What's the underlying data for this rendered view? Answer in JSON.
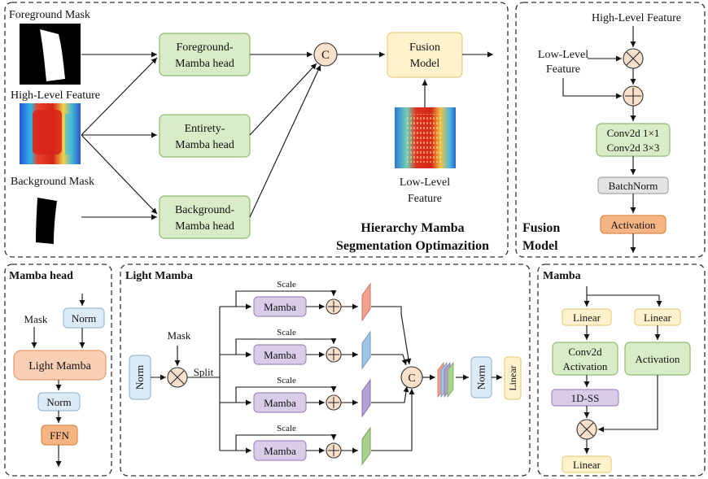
{
  "top": {
    "foreground_mask": "Foreground Mask",
    "high_level_feature": "High-Level Feature",
    "background_mask": "Background Mask",
    "heads": [
      {
        "line1": "Foreground-",
        "line2": "Mamba head"
      },
      {
        "line1": "Entirety-",
        "line2": "Mamba head"
      },
      {
        "line1": "Background-",
        "line2": "Mamba head"
      }
    ],
    "concat": "C",
    "fusion_model_line1": "Fusion",
    "fusion_model_line2": "Model",
    "low_level_line1": "Low-Level",
    "low_level_line2": "Feature",
    "title_line1": "Hierarchy Mamba",
    "title_line2": "Segmentation Optimazition"
  },
  "fusion": {
    "high_level_feature": "High-Level Feature",
    "low_level_line1": "Low-Level",
    "low_level_line2": "Feature",
    "conv_line1": "Conv2d 1×1",
    "conv_line2": "Conv2d 3×3",
    "batchnorm": "BatchNorm",
    "activation": "Activation",
    "title_line1": "Fusion",
    "title_line2": "Model"
  },
  "mamba_head": {
    "title": "Mamba head",
    "mask": "Mask",
    "norm": "Norm",
    "light_mamba": "Light Mamba",
    "norm2": "Norm",
    "ffn": "FFN"
  },
  "light_mamba": {
    "title": "Light Mamba",
    "mask": "Mask",
    "norm": "Norm",
    "split": "Split",
    "branches": [
      {
        "scale": "Scale",
        "label": "Mamba",
        "color": "#f4a08f"
      },
      {
        "scale": "Scale",
        "label": "Mamba",
        "color": "#9fc5e8"
      },
      {
        "scale": "Scale",
        "label": "Mamba",
        "color": "#b4a0d4"
      },
      {
        "scale": "Scale",
        "label": "Mamba",
        "color": "#a9d18e"
      }
    ],
    "concat": "C",
    "norm_out": "Norm",
    "linear_out": "Linear"
  },
  "mamba": {
    "title": "Mamba",
    "linear_left": "Linear",
    "linear_right": "Linear",
    "conv_line1": "Conv2d",
    "conv_line2": "Activation",
    "activation": "Activation",
    "ss": "1D-SS",
    "linear_out": "Linear"
  }
}
